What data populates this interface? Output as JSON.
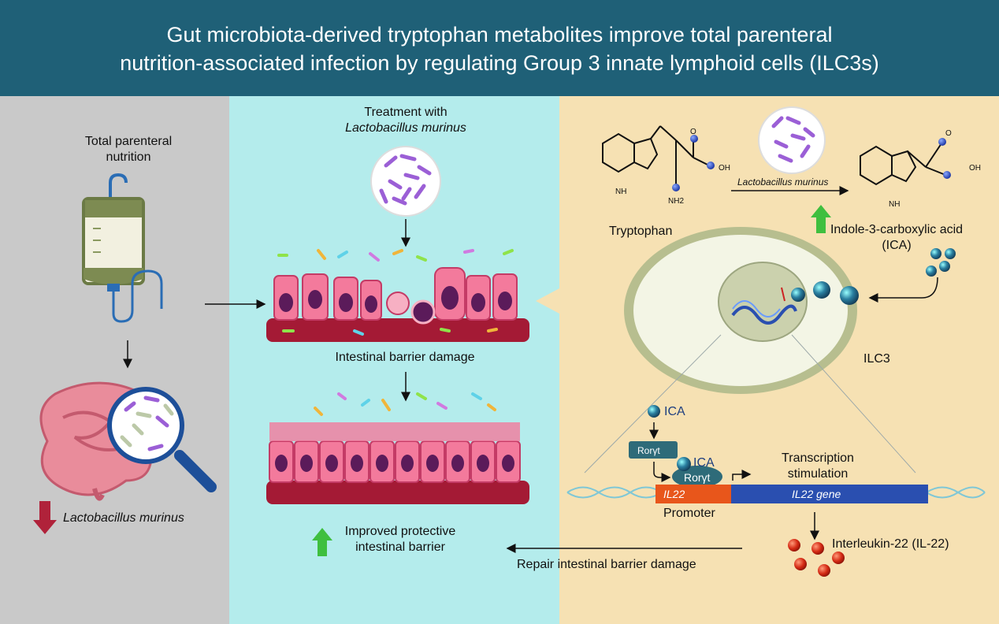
{
  "header": {
    "title_line1": "Gut microbiota-derived tryptophan metabolites improve total parenteral",
    "title_line2": "nutrition-associated infection by regulating Group 3 innate lymphoid cells (ILC3s)"
  },
  "left": {
    "tpn_label_1": "Total parenteral",
    "tpn_label_2": "nutrition",
    "bacteria_label": "Lactobacillus murinus"
  },
  "middle": {
    "treatment_label_1": "Treatment with",
    "treatment_label_2": "Lactobacillus murinus",
    "damage_label": "Intestinal barrier damage",
    "improved_label_1": "Improved protective",
    "improved_label_2": "intestinal barrier"
  },
  "right": {
    "tryptophan_label": "Tryptophan",
    "nh2_label": "NH2",
    "nh_label_1": "NH",
    "nh_label_2": "NH",
    "oh_label_1": "OH",
    "oh_label_2": "OH",
    "o_label_1": "O",
    "o_label_2": "O",
    "arrow_label": "Lactobacillus murinus",
    "ica_label_1": "Indole-3-carboxylic acid",
    "ica_label_2": "(ICA)",
    "ilc3_label": "ILC3",
    "ica_small_1": "ICA",
    "ica_small_2": "ICA",
    "ror_1": "Rorγt",
    "ror_2": "Rorγt",
    "transcription_1": "Transcription",
    "transcription_2": "stimulation",
    "promoter_il22": "IL22",
    "gene_label": "IL22 gene",
    "promoter_label": "Promoter",
    "il22_label": "Interleukin-22 (IL-22)",
    "repair_label": "Repair intestinal barrier damage"
  },
  "colors": {
    "header": "#1f6077",
    "left_bg": "#c9c9c9",
    "mid_bg": "#b4ecec",
    "right_bg": "#f6e1b3",
    "up_arrow": "#3fbf3f",
    "down_arrow": "#b0223a",
    "gene": "#2a4fb0",
    "promoter": "#e8561b"
  }
}
